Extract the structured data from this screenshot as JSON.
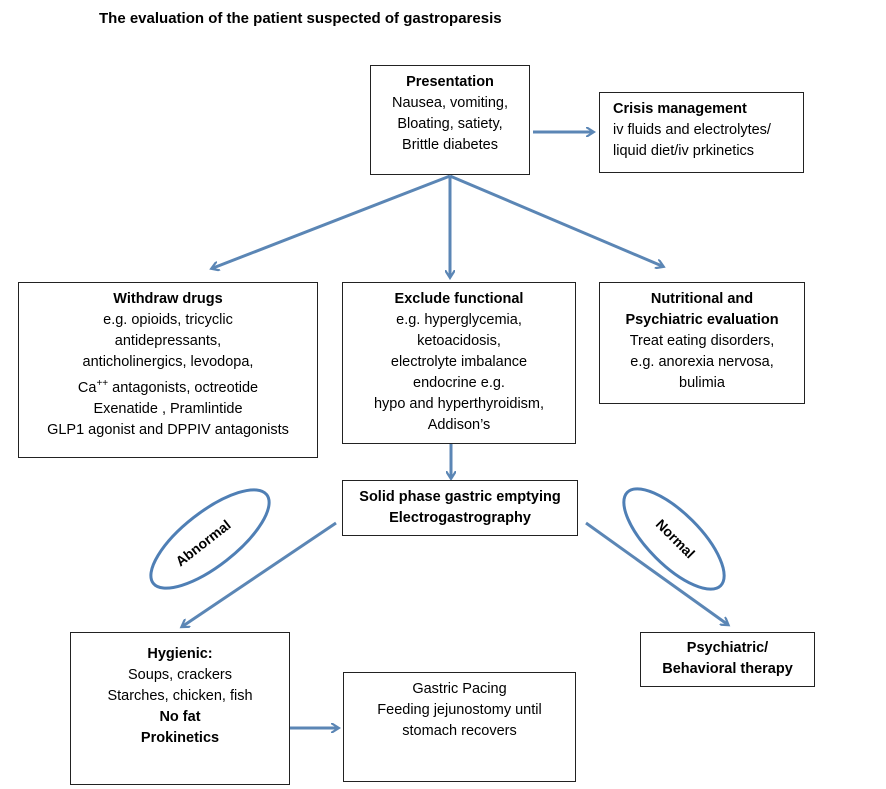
{
  "title": "The evaluation of the patient suspected of gastroparesis",
  "presentation": {
    "heading": "Presentation",
    "lines": [
      "Nausea, vomiting,",
      "Bloating, satiety,",
      "Brittle diabetes"
    ]
  },
  "crisis": {
    "heading": "Crisis management",
    "lines": [
      "iv fluids and electrolytes/",
      "liquid diet/iv prkinetics"
    ]
  },
  "withdraw": {
    "heading": "Withdraw drugs",
    "lines": [
      "e.g. opioids, tricyclic",
      "antidepressants,",
      "anticholinergics, levodopa,",
      "Ca",
      "++",
      " antagonists, octreotide",
      "Exenatide , Pramlintide",
      "GLP1 agonist and DPPIV antagonists"
    ]
  },
  "exclude": {
    "heading": "Exclude functional",
    "lines": [
      "e.g. hyperglycemia,",
      "ketoacidosis,",
      "electrolyte imbalance",
      "endocrine e.g.",
      "hypo and hyperthyroidism,",
      "Addison’s"
    ]
  },
  "nutritional": {
    "heading1": "Nutritional and",
    "heading2": "Psychiatric evaluation",
    "lines": [
      "Treat eating disorders,",
      "e.g. anorexia nervosa,",
      "bulimia"
    ]
  },
  "emptying": {
    "line1": "Solid phase gastric emptying",
    "line2": "Electrogastrography"
  },
  "abnormal_label": "Abnormal",
  "normal_label": "Normal",
  "hygienic": {
    "heading": "Hygienic:",
    "lines": [
      "Soups, crackers",
      "Starches, chicken, fish"
    ],
    "bold1": "No fat",
    "bold2": "Prokinetics"
  },
  "pacing": {
    "lines": [
      "Gastric Pacing",
      "Feeding jejunostomy until",
      "stomach recovers"
    ]
  },
  "psychiatric": {
    "line1": "Psychiatric/",
    "line2": "Behavioral therapy"
  },
  "colors": {
    "arrow": "#5b86b5",
    "oval": "#4f7fb5"
  }
}
